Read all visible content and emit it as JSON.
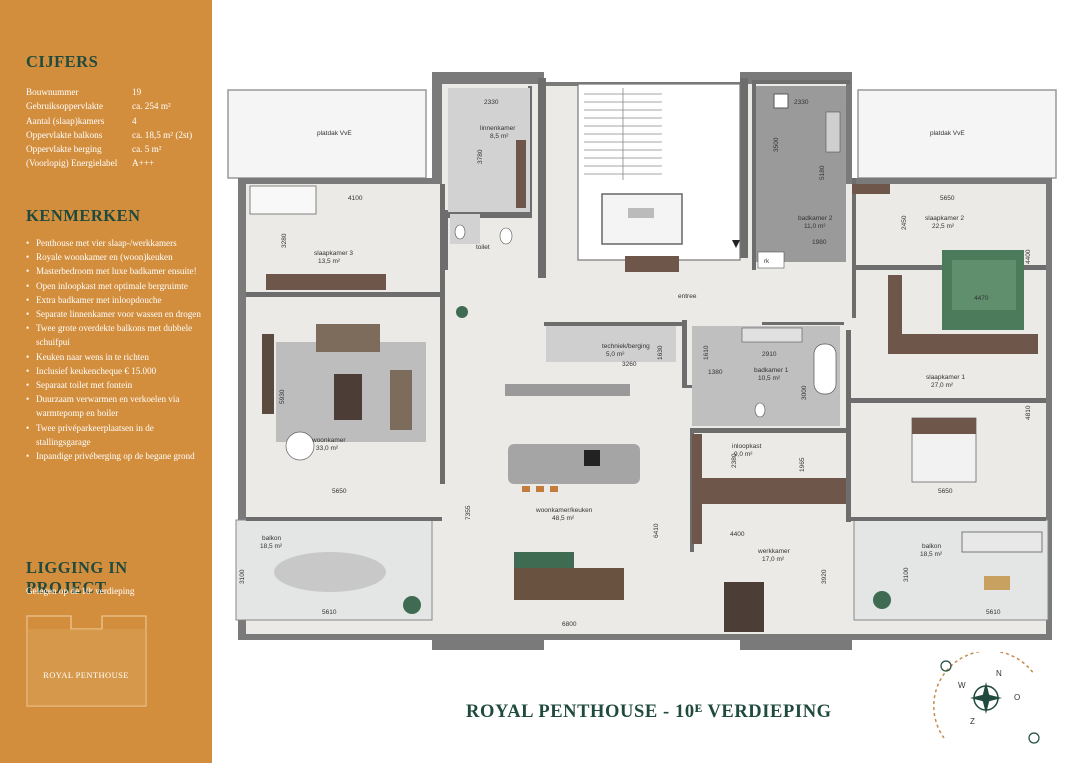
{
  "sidebar": {
    "cijfers_title": "CIJFERS",
    "specs": [
      {
        "label": "Bouwnummer",
        "value": "19"
      },
      {
        "label": "Gebruiksoppervlakte",
        "value": "ca. 254 m²"
      },
      {
        "label": "Aantal (slaap)kamers",
        "value": "4"
      },
      {
        "label": "Oppervlakte balkons",
        "value": "ca. 18,5 m² (2st)"
      },
      {
        "label": "Oppervlakte berging",
        "value": "ca. 5 m²"
      },
      {
        "label": "(Voorlopig) Energielabel",
        "value": "A+++"
      }
    ],
    "kenmerken_title": "KENMERKEN",
    "features": [
      "Penthouse met vier slaap-/werkkamers",
      "Royale woonkamer en (woon)keuken",
      "Masterbedroom met luxe badkamer ensuite!",
      "Open inloopkast met optimale bergruimte",
      "Extra badkamer met inloopdouche",
      "Separate linnenkamer voor wassen en drogen",
      "Twee grote overdekte balkons met dubbele schuifpui",
      "Keuken naar wens in te richten",
      "Inclusief keukencheque € 15.000",
      "Separaat toilet met fontein",
      "Duurzaam verwarmen en verkoelen via warmtepomp en boiler",
      "Twee privéparkeerplaatsen in de stallingsgarage",
      "Inpandige privéberging op de begane grond"
    ],
    "ligging_title": "LIGGING IN PROJECT",
    "ligging_text": "Gelegen op de 10ᵉ verdieping",
    "minimap_label": "ROYAL PENTHOUSE"
  },
  "floorplan": {
    "title": "ROYAL PENTHOUSE - 10ᴱ VERDIEPING",
    "rooms": [
      {
        "id": "platdak-left",
        "name": "platdak VvE",
        "area": ""
      },
      {
        "id": "platdak-right",
        "name": "platdak VvE",
        "area": ""
      },
      {
        "id": "linnenkamer",
        "name": "linnenkamer",
        "area": "8,5 m²"
      },
      {
        "id": "badkamer2",
        "name": "badkamer 2",
        "area": "11,0 m²"
      },
      {
        "id": "slaapkamer3",
        "name": "slaapkamer 3",
        "area": "13,5 m²"
      },
      {
        "id": "slaapkamer2",
        "name": "slaapkamer 2",
        "area": "22,5 m²"
      },
      {
        "id": "toilet",
        "name": "toilet",
        "area": ""
      },
      {
        "id": "entree",
        "name": "entree",
        "area": ""
      },
      {
        "id": "techniek",
        "name": "techniek/berging",
        "area": "5,0 m²"
      },
      {
        "id": "woonkamer",
        "name": "woonkamer",
        "area": "33,0 m²"
      },
      {
        "id": "badkamer1",
        "name": "badkamer 1",
        "area": "10,5 m²"
      },
      {
        "id": "slaapkamer1",
        "name": "slaapkamer 1",
        "area": "27,0 m²"
      },
      {
        "id": "inloopkast",
        "name": "inloopkast",
        "area": "9,0 m²"
      },
      {
        "id": "woonkeuken",
        "name": "woonkamer/keuken",
        "area": "48,5 m²"
      },
      {
        "id": "werkkamer",
        "name": "werkkamer",
        "area": "17,0 m²"
      },
      {
        "id": "balkon-left",
        "name": "balkon",
        "area": "18,5 m²"
      },
      {
        "id": "balkon-right",
        "name": "balkon",
        "area": "18,5 m²"
      }
    ],
    "dimensions": {
      "d2330a": "2330",
      "d2330b": "2330",
      "d3780": "3780",
      "d3500": "3500",
      "d5180": "5180",
      "d1980": "1980",
      "d4100": "4100",
      "d3280": "3280",
      "d5650a": "5650",
      "d2450": "2450",
      "d4400a": "4400",
      "d4470": "4470",
      "d5930": "5930",
      "d1630": "1630",
      "d3260": "3260",
      "d1610": "1610",
      "d2910": "2910",
      "d1380": "1380",
      "d3000": "3000",
      "d4810": "4810",
      "d5650b": "5650",
      "d5650c": "5650",
      "d2380": "2380",
      "d1965": "1965",
      "d7355": "7355",
      "d6410": "6410",
      "d4400b": "4400",
      "d3100a": "3100",
      "d3920": "3920",
      "d3100b": "3100",
      "d5610a": "5610",
      "d6800": "6800",
      "d5610b": "5610"
    }
  },
  "compass": {
    "n": "N",
    "o": "O",
    "z": "Z",
    "w": "W"
  },
  "colors": {
    "sidebar": "#d28e3d",
    "heading": "#1f4a3d",
    "wall": "#6d6d6d",
    "floor": "#eceae6"
  }
}
